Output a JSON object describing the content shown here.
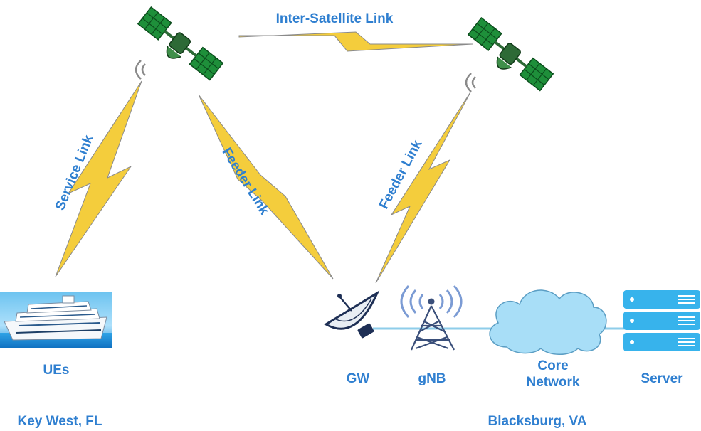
{
  "links": {
    "inter_satellite": "Inter-Satellite Link",
    "service": "Service Link",
    "feeder_left": "Feeder Link",
    "feeder_right": "Feeder Link"
  },
  "nodes": {
    "ues": "UEs",
    "gw": "GW",
    "gnb": "gNB",
    "core_line1": "Core",
    "core_line2": "Network",
    "server": "Server"
  },
  "locations": {
    "left": "Key West, FL",
    "right": "Blacksburg, VA"
  },
  "colors": {
    "label": "#2f7fd0",
    "bolt": "#f4cd3c",
    "bolt_stroke": "#8a8a8a",
    "satellite_panel": "#1e8f3a",
    "satellite_body": "#2d6a36",
    "cloud": "#a8def7",
    "server": "#37b3ec",
    "tower": "#3a4f7a",
    "connector": "#8ecdea"
  },
  "icons": [
    "satellite-icon",
    "ship-icon",
    "dish-antenna-icon",
    "cell-tower-icon",
    "cloud-icon",
    "server-icon"
  ]
}
